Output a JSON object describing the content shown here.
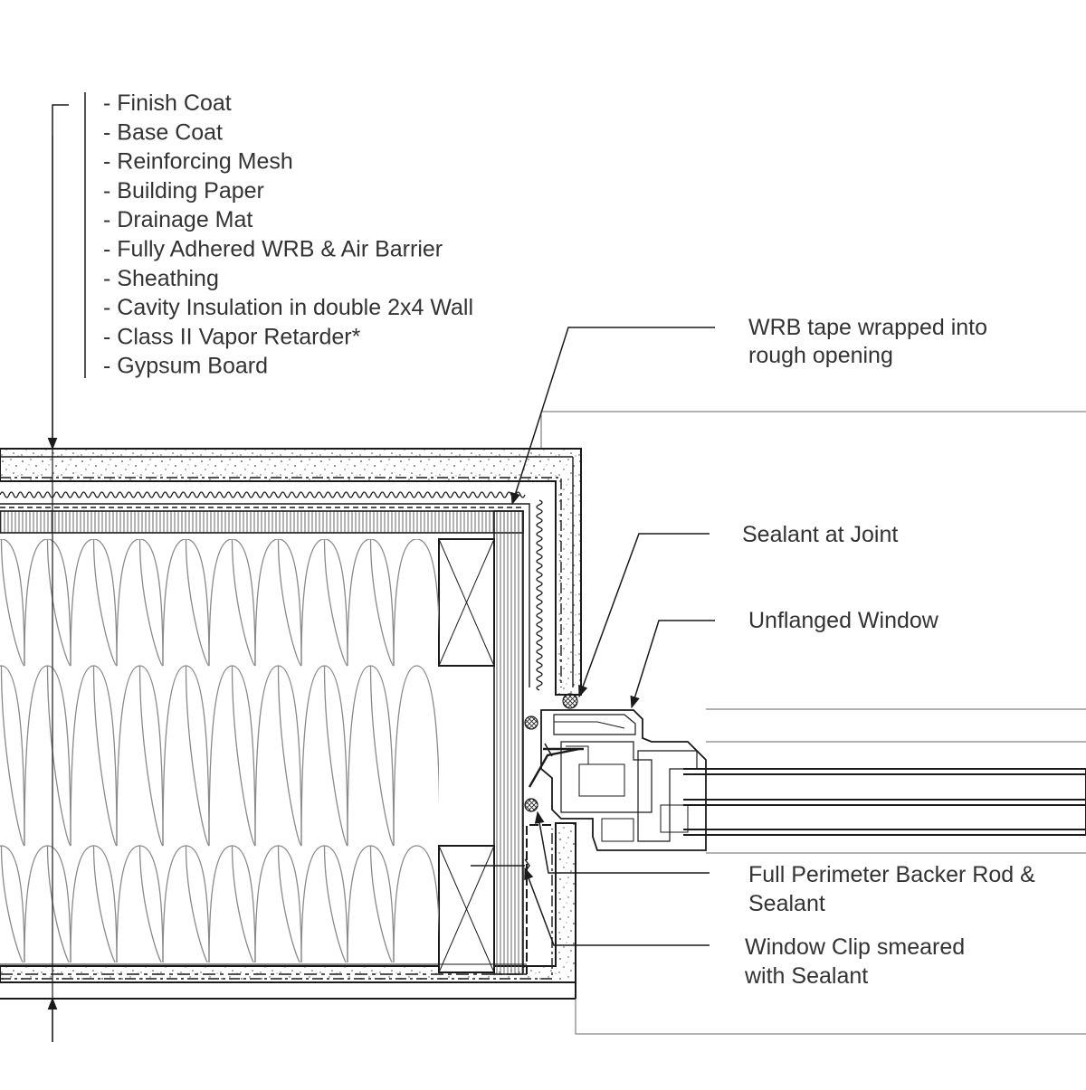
{
  "layers": [
    "- Finish Coat",
    "- Base Coat",
    "- Reinforcing Mesh",
    "- Building Paper",
    "- Drainage Mat",
    "- Fully Adhered WRB & Air Barrier",
    "- Sheathing",
    "- Cavity Insulation in double 2x4 Wall",
    "- Class II Vapor Retarder*",
    "- Gypsum Board"
  ],
  "callouts": {
    "wrb_tape": [
      "WRB tape wrapped into",
      "rough opening"
    ],
    "sealant_joint": [
      "Sealant at Joint"
    ],
    "window": [
      "Unflanged Window"
    ],
    "backer_rod": [
      "Full Perimeter Backer Rod &",
      "Sealant"
    ],
    "window_clip": [
      "Window Clip smeared",
      "with Sealant"
    ]
  },
  "colors": {
    "line": "#1a1a1a",
    "thin": "#666666",
    "text": "#333333",
    "insulation": "#8a8a8a"
  }
}
